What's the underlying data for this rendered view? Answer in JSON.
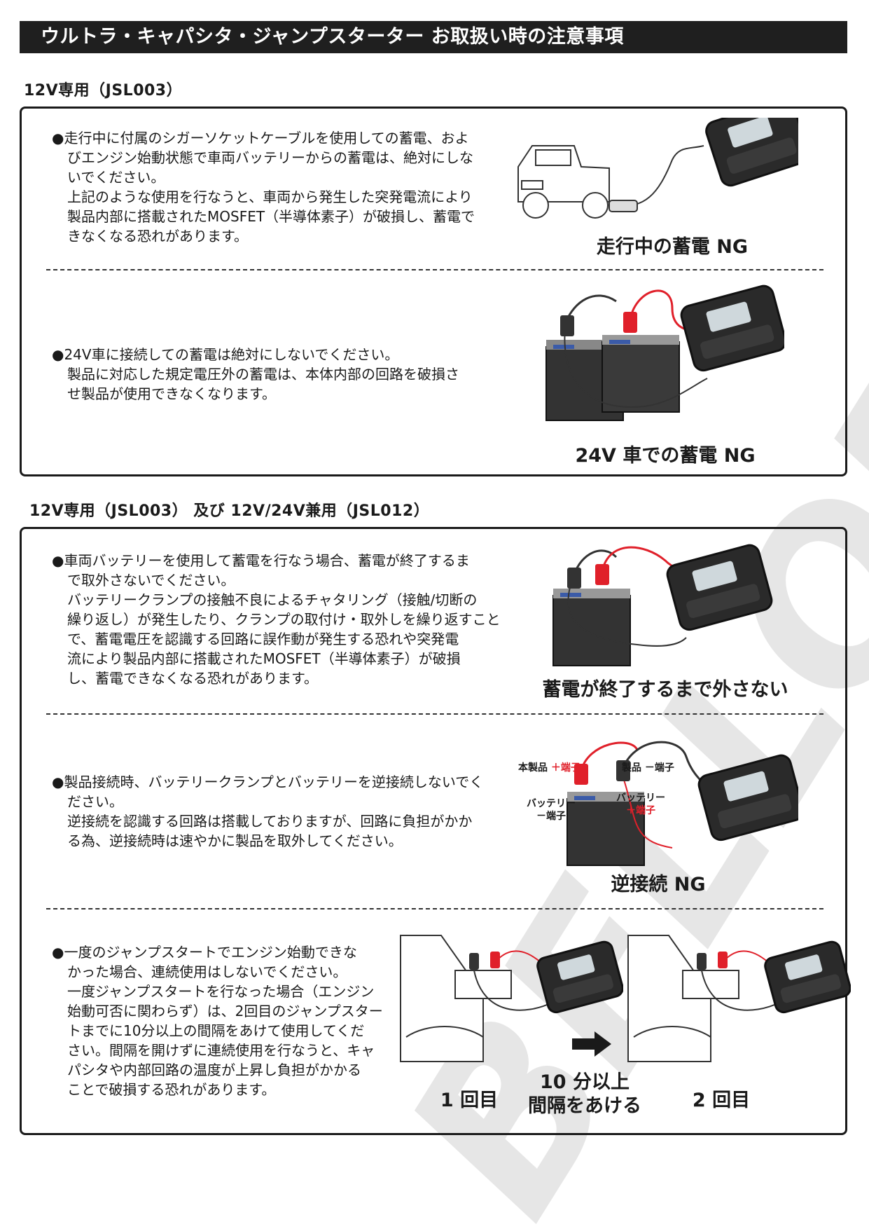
{
  "title": "ウルトラ・キャパシタ・ジャンプスターター お取扱い時の注意事項",
  "watermark": "BELLOF",
  "colors": {
    "title_bg": "#1f1f1f",
    "clip_red": "#e0202a",
    "watermark": "#e6e6e6"
  },
  "section1": {
    "heading": "12V専用（JSL003）",
    "notes": [
      {
        "lines": [
          "●走行中に付属のシガーソケットケーブルを使用しての蓄電、およ",
          "びエンジン始動状態で車両バッテリーからの蓄電は、絶対にしな",
          "いでください。",
          "上記のような使用を行なうと、車両から発生した突発電流により",
          "製品内部に搭載されたMOSFET（半導体素子）が破損し、蓄電で",
          "きなくなる恐れがあります。"
        ],
        "caption": "走行中の蓄電 NG"
      },
      {
        "lines": [
          "●24V車に接続しての蓄電は絶対にしないでください。",
          "製品に対応した規定電圧外の蓄電は、本体内部の回路を破損さ",
          "せ製品が使用できなくなります。"
        ],
        "caption": "24V 車での蓄電 NG"
      }
    ]
  },
  "section2": {
    "heading": "12V専用（JSL003） 及び 12V/24V兼用（JSL012）",
    "notes": [
      {
        "lines": [
          "●車両バッテリーを使用して蓄電を行なう場合、蓄電が終了するま",
          "で取外さないでください。",
          "バッテリークランプの接触不良によるチャタリング（接触/切断の",
          "繰り返し）が発生したり、クランプの取付け・取外しを繰り返すこと",
          "で、蓄電電圧を認識する回路に誤作動が発生する恐れや突発電",
          "流により製品内部に搭載されたMOSFET（半導体素子）が破損",
          "し、蓄電できなくなる恐れがあります。"
        ],
        "caption": "蓄電が終了するまで外さない"
      },
      {
        "lines": [
          "●製品接続時、バッテリークランプとバッテリーを逆接続しないでく",
          "ださい。",
          "逆接続を認識する回路は搭載しておりますが、回路に負担がかか",
          "る為、逆接続時は速やかに製品を取外してください。"
        ],
        "caption": "逆接続 NG",
        "labels": {
          "product": "本製品",
          "plus_terminal": "＋端子",
          "product_minus": "製品 －端子",
          "battery": "バッテリー",
          "minus_terminal": "－端子"
        }
      },
      {
        "lines": [
          "●一度のジャンプスタートでエンジン始動できな",
          "かった場合、連続使用はしないでください。",
          "一度ジャンプスタートを行なった場合（エンジン",
          "始動可否に関わらず）は、2回目のジャンプスター",
          "トまでに10分以上の間隔をあけて使用してくだ",
          "さい。間隔を開けずに連続使用を行なうと、キャ",
          "パシタや内部回路の温度が上昇し負担がかかる",
          "ことで破損する恐れがあります。"
        ],
        "captions": {
          "first": "1 回目",
          "interval_line1": "10 分以上",
          "interval_line2": "間隔をあける",
          "second": "2 回目"
        }
      }
    ]
  }
}
